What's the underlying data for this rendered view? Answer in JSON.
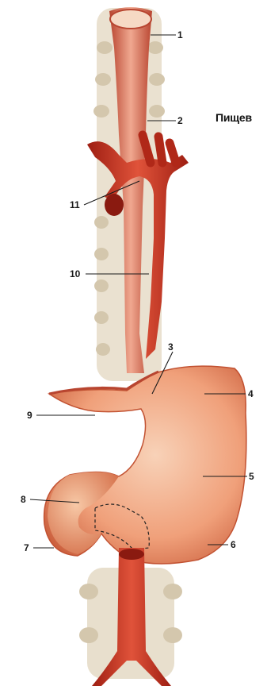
{
  "title": "Пищев",
  "labels": [
    {
      "id": "1",
      "text": "1"
    },
    {
      "id": "2",
      "text": "2"
    },
    {
      "id": "3",
      "text": "3"
    },
    {
      "id": "4",
      "text": "4"
    },
    {
      "id": "5",
      "text": "5"
    },
    {
      "id": "6",
      "text": "6"
    },
    {
      "id": "7",
      "text": "7"
    },
    {
      "id": "8",
      "text": "8"
    },
    {
      "id": "9",
      "text": "9"
    },
    {
      "id": "10",
      "text": "10"
    },
    {
      "id": "11",
      "text": "11"
    }
  ],
  "colors": {
    "artery": "#c8321e",
    "esophagus": "#d9624a",
    "stomach": "#f0a07a",
    "bone": "#e6dcc8"
  }
}
